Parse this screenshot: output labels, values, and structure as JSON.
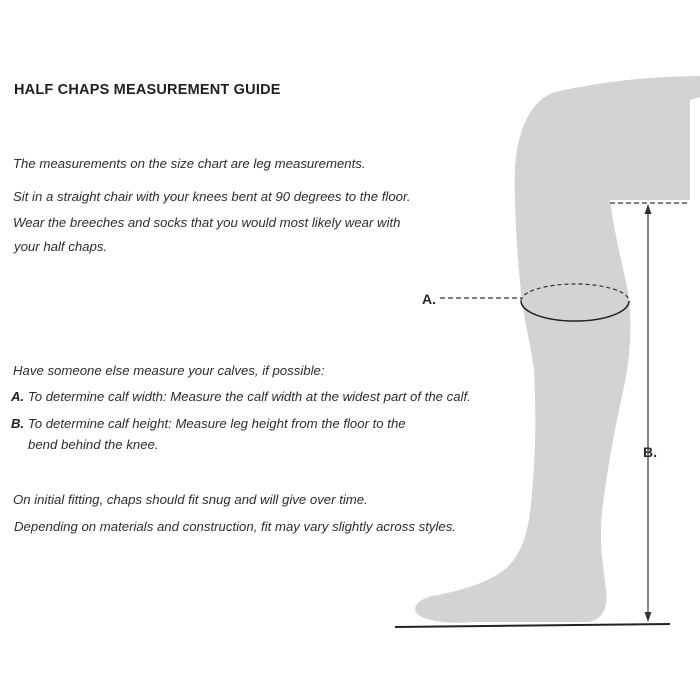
{
  "guide": {
    "title": "HALF CHAPS MEASUREMENT GUIDE",
    "intro": [
      "The measurements on the size chart are leg measurements.",
      "Sit in a straight chair with your knees bent at 90 degrees to the floor.",
      "Wear the breeches and socks that you would most likely wear with",
      "your half chaps."
    ],
    "measure_intro": "Have someone else measure your calves, if possible:",
    "steps": [
      {
        "marker": "A.",
        "text": "To determine calf width: Measure the calf width at the widest part of the calf."
      },
      {
        "marker": "B.",
        "text": "To determine calf height: Measure leg height from the floor to the",
        "continuation": "bend behind the knee."
      }
    ],
    "notes": [
      "On initial fitting, chaps should fit snug and will give over time.",
      "Depending on materials and construction, fit may vary slightly across styles."
    ]
  },
  "diagram": {
    "label_a": "A.",
    "label_b": "B.",
    "leg_color": "#d3d3d3",
    "line_color": "#333333"
  }
}
